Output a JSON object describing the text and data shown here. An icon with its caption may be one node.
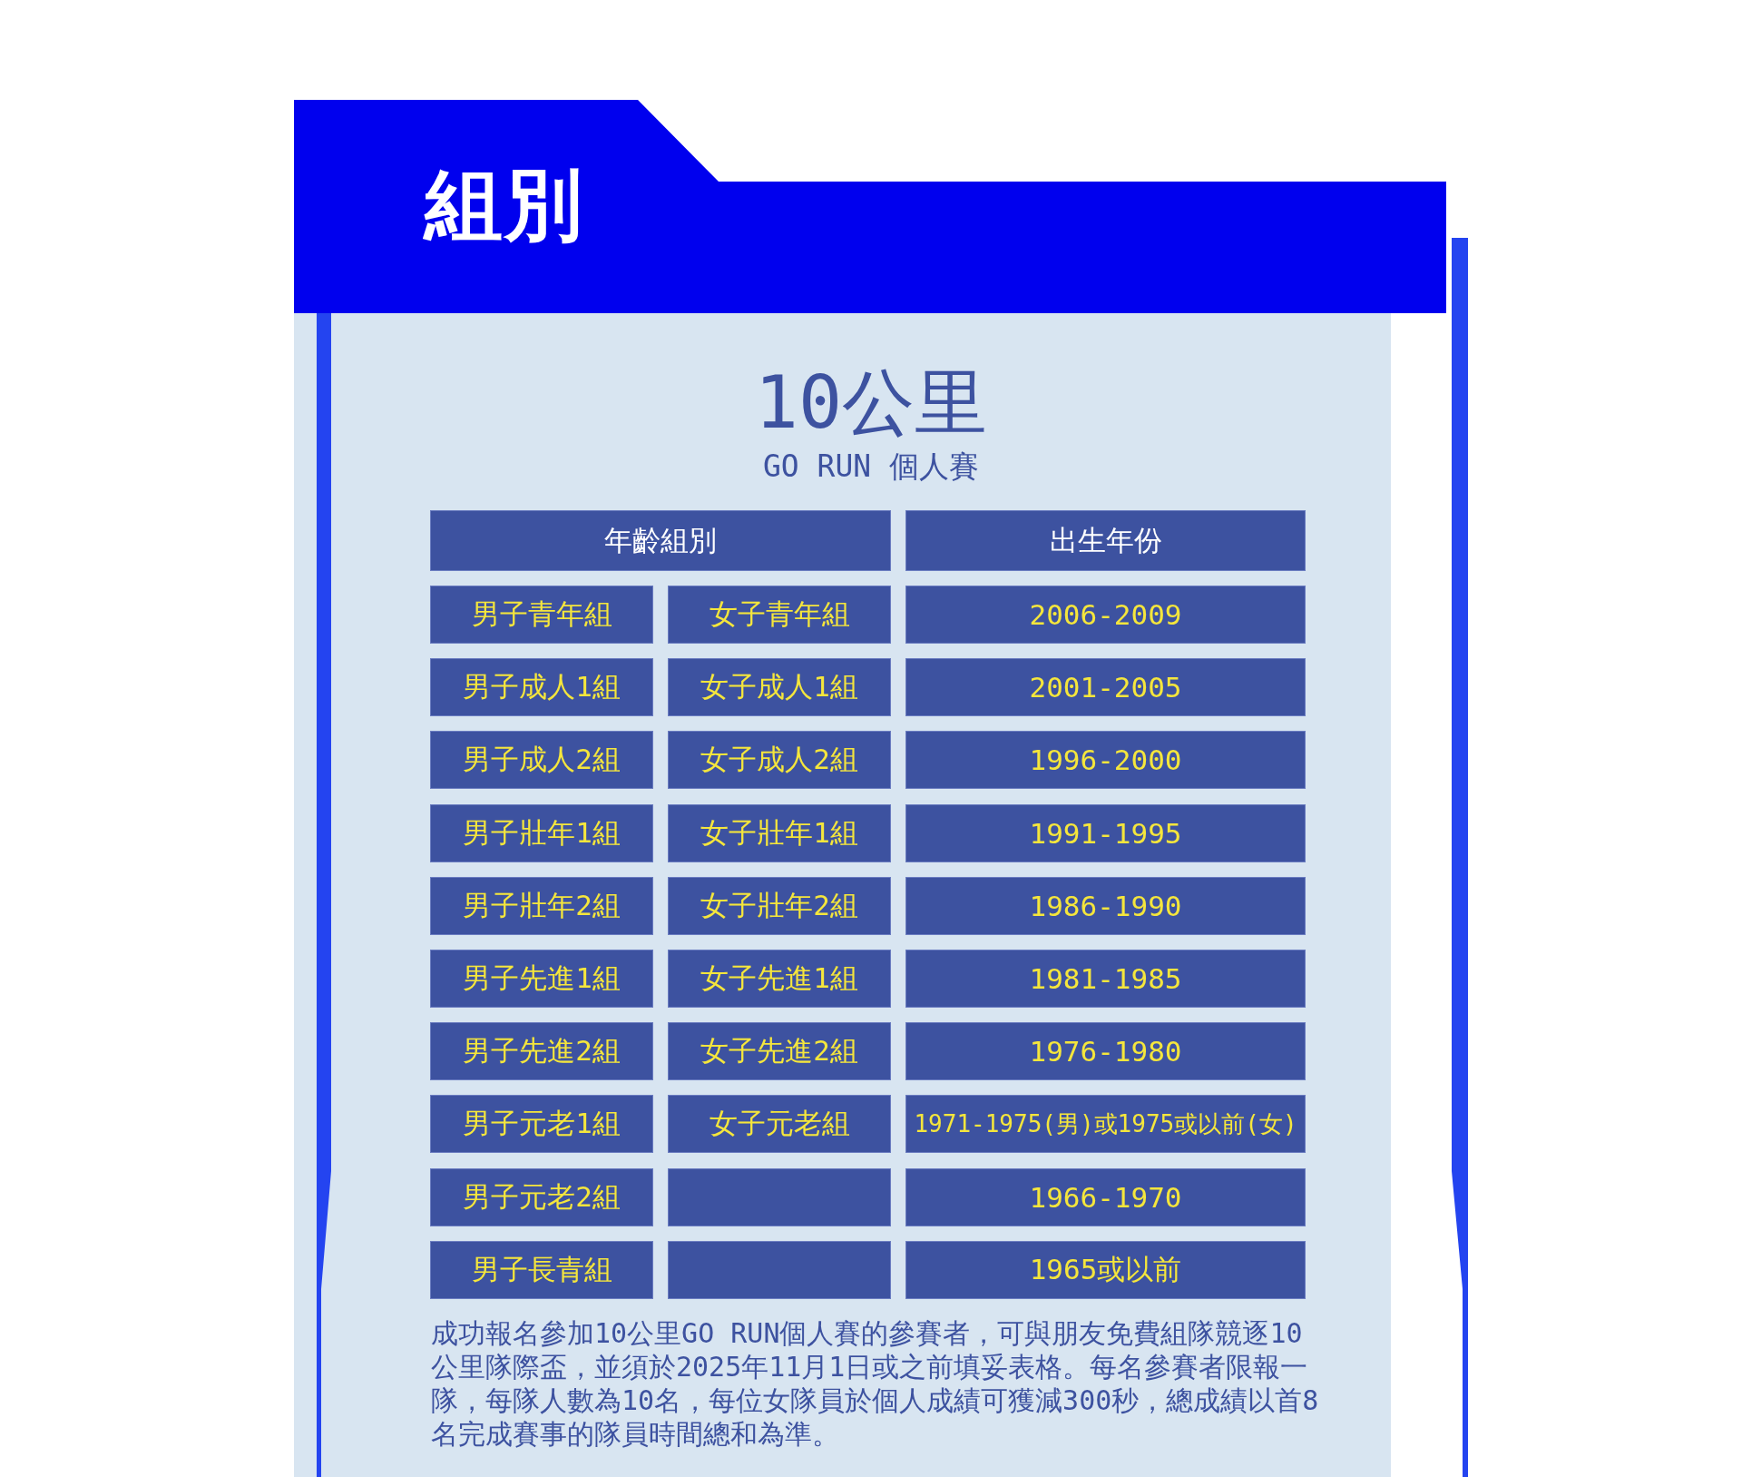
{
  "diagram": {
    "title": "組別",
    "nodes": [
      {
        "text": [
          "年齡組別"
        ]
      },
      {
        "text": [
          "出生年份"
        ]
      },
      {
        "text": [
          "男子青年組"
        ]
      },
      {
        "text": [
          "女子青年組"
        ]
      },
      {
        "text": [
          "2006-2009"
        ]
      },
      {
        "text": [
          "男子成人1組"
        ]
      },
      {
        "text": [
          "女子成人1組"
        ]
      },
      {
        "text": [
          "2001-2005"
        ]
      },
      {
        "text": [
          "男子成人2組"
        ]
      },
      {
        "text": [
          "女子成人2組"
        ]
      },
      {
        "text": [
          "1996-2000"
        ]
      },
      {
        "text": [
          "男子壯年1組"
        ]
      },
      {
        "text": [
          "女子壯年1組"
        ]
      },
      {
        "text": [
          "1991-1995"
        ]
      },
      {
        "text": [
          "男子壯年2組"
        ]
      },
      {
        "text": [
          "女子壯年2組"
        ]
      },
      {
        "text": [
          "1986-1990"
        ]
      },
      {
        "text": [
          "男子先進1組"
        ]
      },
      {
        "text": [
          "女子先進1組"
        ]
      },
      {
        "text": [
          "1981-1985"
        ]
      },
      {
        "text": [
          "男子先進2組"
        ]
      },
      {
        "text": [
          "女子先進2組"
        ]
      },
      {
        "text": [
          "1976-1980"
        ]
      },
      {
        "text": [
          "男子元老1組"
        ]
      },
      {
        "text": [
          "女子元老組"
        ]
      },
      {
        "text": [
          "1971-1975(男)或1975或以前(女)"
        ]
      },
      {
        "text": [
          "男子元老2組"
        ]
      },
      {
        "text": [],
        "shape": "box"
      },
      {
        "text": [
          "1966-1970"
        ]
      },
      {
        "text": [
          "男子長青組"
        ]
      },
      {
        "text": [],
        "shape": "box"
      },
      {
        "text": [
          "1965或以前"
        ]
      }
    ],
    "labels": [
      "10公里",
      "GO RUN 個人賽",
      "成功報名參加10公里GO RUN個人賽的參賽者，可與朋友免費組隊競逐10公里隊際盃，並須於2025年11月1日或之前填妥表格。每名參賽者限報一隊，每隊人數為10名，每位女隊員於個人成績可獲減300秒，總成績以首8名完成賽事的隊員時間總和為準。"
    ]
  }
}
